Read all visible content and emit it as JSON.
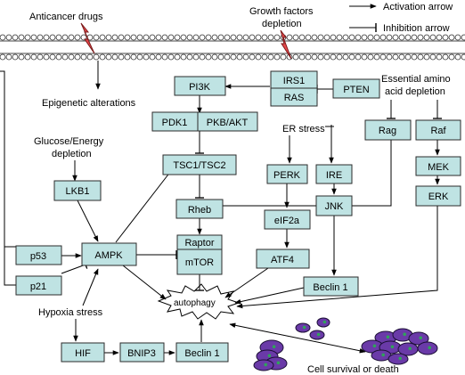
{
  "legend": {
    "activation": "Activation arrow",
    "inhibition": "Inhibition arrow"
  },
  "labels": {
    "anticancer": "Anticancer drugs",
    "growth_line1": "Growth factors",
    "growth_line2": "depletion",
    "epigenetic": "Epigenetic alterations",
    "amino_line1": "Essential amino",
    "amino_line2": "acid depletion",
    "glucose_line1": "Glucose/Energy",
    "glucose_line2": "depletion",
    "er_stress": "ER stress",
    "hypoxia": "Hypoxia stress",
    "survival": "Cell survival or death",
    "autophagy": "autophagy"
  },
  "nodes": {
    "pi3k": "PI3K",
    "irs1": "IRS1",
    "ras": "RAS",
    "pten": "PTEN",
    "pdk1": "PDK1",
    "pkb_akt": "PKB/AKT",
    "tsc": "TSC1/TSC2",
    "rheb": "Rheb",
    "raptor": "Raptor",
    "mtor": "mTOR",
    "lkb1": "LKB1",
    "ampk": "AMPK",
    "p53": "p53",
    "p21": "p21",
    "perk": "PERK",
    "eif2a": "eIF2a",
    "atf4": "ATF4",
    "ire": "IRE",
    "jnk": "JNK",
    "beclin1_er": "Beclin 1",
    "rag": "Rag",
    "raf": "Raf",
    "mek": "MEK",
    "erk": "ERK",
    "hif": "HIF",
    "bnip3": "BNIP3",
    "beclin1_hif": "Beclin 1"
  },
  "colors": {
    "node_fill": "#bfe3e3",
    "lightning": "#e8484b",
    "cell_fill": "#6a3aa8",
    "cell_nucleus": "#2fa35a"
  }
}
